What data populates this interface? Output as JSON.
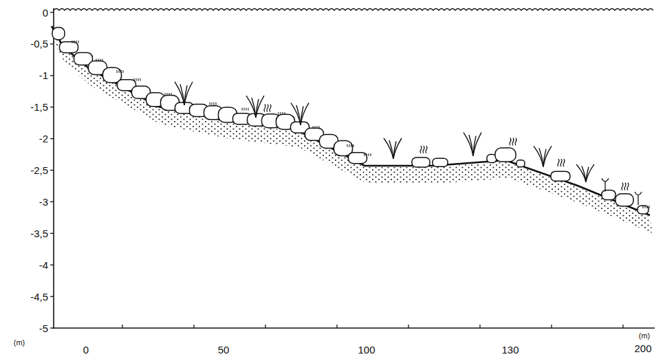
{
  "diagram": {
    "labels": [
      "0",
      "-0,5",
      "-1",
      "-1,5",
      "-2",
      "-2,5",
      "-3",
      "-3,5",
      "-4",
      "-4,5",
      "-5",
      "(m)",
      "0",
      "50",
      "100",
      "130",
      "(m)",
      "200"
    ]
  }
}
